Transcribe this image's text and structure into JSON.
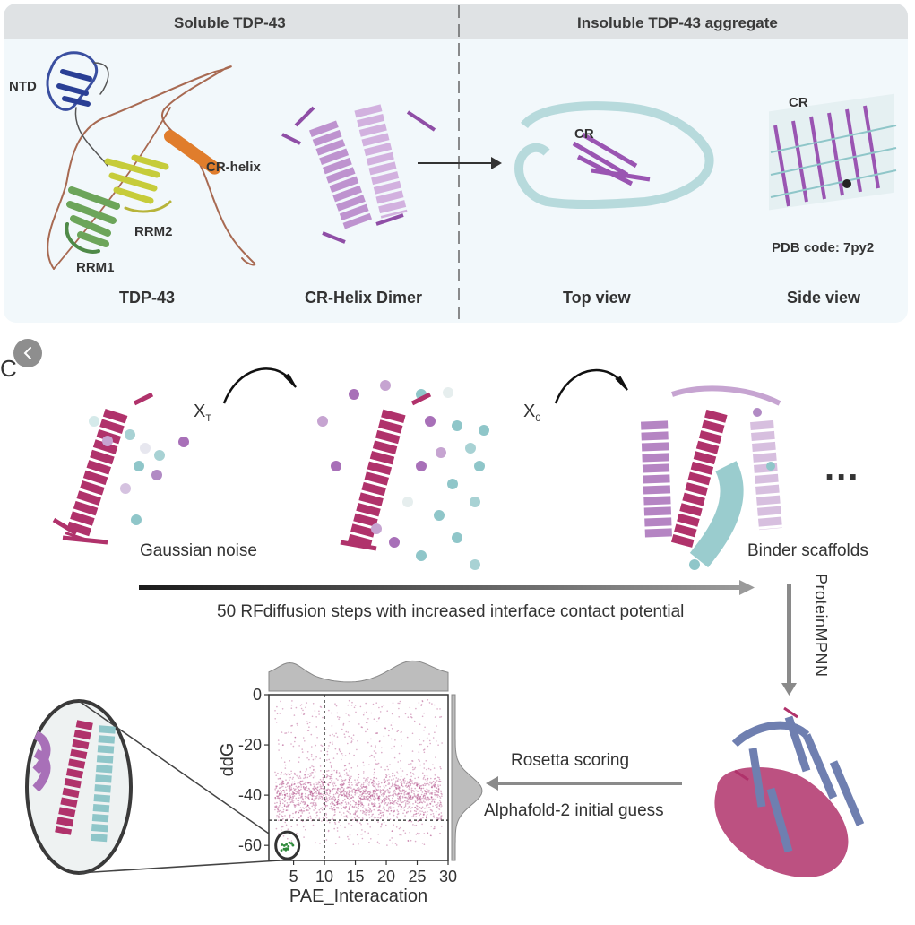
{
  "panel_b": {
    "header_left": "Soluble TDP-43",
    "header_right": "Insoluble TDP-43 aggregate",
    "domains": {
      "ntd": "NTD",
      "cr_helix": "CR-helix",
      "rrm2": "RRM2",
      "rrm1": "RRM1",
      "cr_top": "CR",
      "cr_side": "CR"
    },
    "captions": {
      "tdp43": "TDP-43",
      "dimer": "CR-Helix Dimer",
      "top_view": "Top view",
      "side_view": "Side view"
    },
    "pdb_code": "PDB code: 7py2"
  },
  "panel_c": {
    "label": "C",
    "xt_label": "X",
    "xt_sub": "T",
    "x0_label": "X",
    "x0_sub": "0",
    "gaussian_noise": "Gaussian noise",
    "binder_scaffolds": "Binder scaffolds",
    "ellipsis": "...",
    "rfdiffusion_caption": "50 RFdiffusion steps with increased interface contact potential",
    "proteinmpnn": "ProteinMPNN",
    "rosetta_scoring": "Rosetta scoring",
    "alphafold_guess": "Alphafold-2 initial guess"
  },
  "colors": {
    "magenta": "#b0326b",
    "purple": "#a870b8",
    "teal": "#8fc6c9",
    "blue_grey": "#6f7fb0",
    "scatter": "#b04a86",
    "panel_bg": "#f2f8fb"
  },
  "chart_data": {
    "type": "scatter",
    "xlabel": "PAE_Interacation",
    "ylabel": "ddG",
    "xlim": [
      1,
      30
    ],
    "ylim": [
      -66,
      0
    ],
    "xticks": [
      "5",
      "10",
      "15",
      "20",
      "25",
      "30"
    ],
    "yticks": [
      "0",
      "-20",
      "-40",
      "-60"
    ],
    "threshold_lines": {
      "x": 10,
      "y": -50
    },
    "density": {
      "bulk": {
        "x_range": [
          2,
          29
        ],
        "y_range": [
          -60,
          -2
        ],
        "dense_y_band": [
          -50,
          -30
        ]
      },
      "selected_cluster": {
        "x_range": [
          3,
          5
        ],
        "y_range": [
          -62,
          -58
        ]
      }
    },
    "marginals": [
      "top histogram of PAE_Interacation",
      "right histogram of ddG"
    ]
  }
}
